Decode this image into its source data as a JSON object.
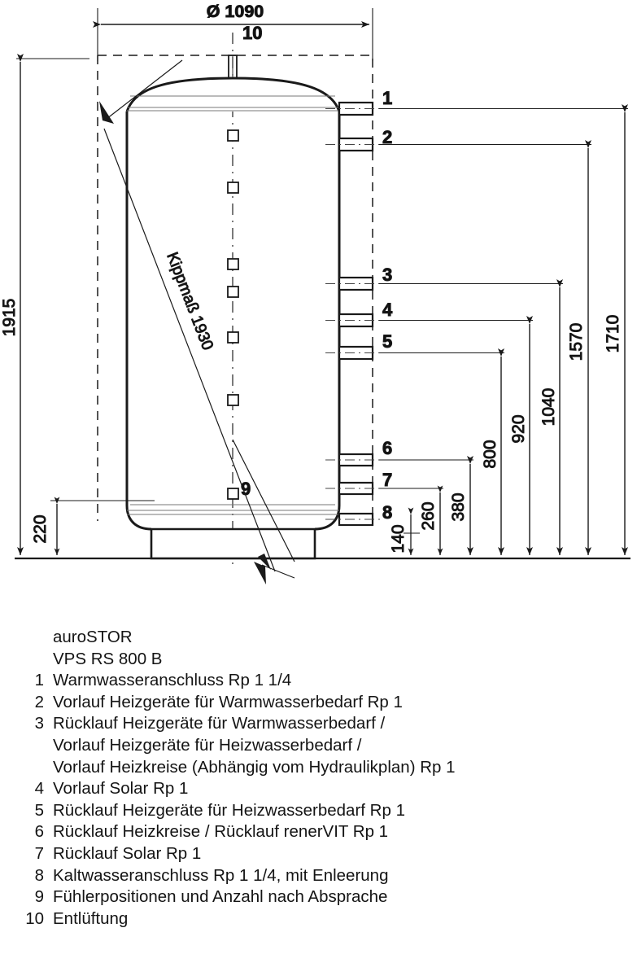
{
  "product": {
    "brand": "auroSTOR",
    "model": "VPS RS 800 B"
  },
  "drawing": {
    "diameter_label": "Ø 1090",
    "tilt_label": "Kippmaß 1930",
    "overall_height": "1915",
    "base_offset": "220",
    "connection_callouts": [
      "1",
      "2",
      "3",
      "4",
      "5",
      "6",
      "7",
      "8"
    ],
    "vent_callout": "10",
    "sensor_callout": "9",
    "right_dimensions": [
      "140",
      "260",
      "380",
      "800",
      "920",
      "1040",
      "1570",
      "1710"
    ],
    "colors": {
      "line": "#1a1a1a",
      "thin_line": "#555555",
      "background": "#ffffff"
    }
  },
  "legend": {
    "title_lines": [
      "auroSTOR",
      "VPS RS 800 B"
    ],
    "items": [
      {
        "num": "1",
        "lines": [
          "Warmwasseranschluss Rp 1 1/4"
        ]
      },
      {
        "num": "2",
        "lines": [
          "Vorlauf Heizgeräte für Warmwasserbedarf Rp 1"
        ]
      },
      {
        "num": "3",
        "lines": [
          "Rücklauf Heizgeräte für Warmwasserbedarf /",
          "Vorlauf Heizgeräte für Heizwasserbedarf /",
          "Vorlauf Heizkreise (Abhängig vom Hydraulikplan) Rp 1"
        ]
      },
      {
        "num": "4",
        "lines": [
          "Vorlauf Solar Rp 1"
        ]
      },
      {
        "num": "5",
        "lines": [
          "Rücklauf Heizgeräte für Heizwasserbedarf Rp 1"
        ]
      },
      {
        "num": "6",
        "lines": [
          "Rücklauf Heizkreise / Rücklauf renerVIT Rp 1"
        ]
      },
      {
        "num": "7",
        "lines": [
          "Rücklauf Solar Rp 1"
        ]
      },
      {
        "num": "8",
        "lines": [
          "Kaltwasseranschluss Rp 1 1/4, mit Enleerung"
        ]
      },
      {
        "num": "9",
        "lines": [
          "Fühlerpositionen und Anzahl nach Absprache"
        ]
      },
      {
        "num": "10",
        "lines": [
          "Entlüftung"
        ]
      }
    ]
  }
}
